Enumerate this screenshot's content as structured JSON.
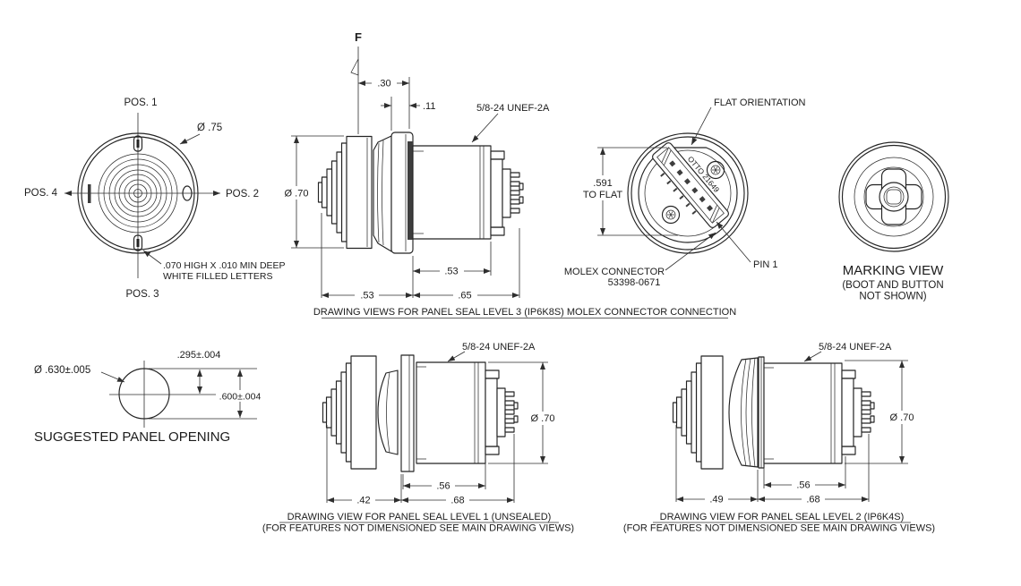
{
  "drawing": {
    "front_view": {
      "pos1": "POS. 1",
      "pos2": "POS. 2",
      "pos3": "POS. 3",
      "pos4": "POS. 4",
      "dia": "Ø .75",
      "note1": ".070 HIGH X .010 MIN DEEP",
      "note2": "WHITE FILLED LETTERS"
    },
    "main_view": {
      "f_flag": "F",
      "dim_30": ".30",
      "dim_11": ".11",
      "thread": "5/8-24 UNEF-2A",
      "dia": "Ø .70",
      "dim_53_body": ".53",
      "dim_53_front": ".53",
      "dim_65": ".65",
      "caption": "DRAWING VIEWS FOR PANEL SEAL LEVEL 3 (IP6K8S) MOLEX CONNECTOR CONNECTION"
    },
    "rear_view": {
      "flat_label": "FLAT ORIENTATION",
      "dim_591": ".591",
      "to_flat": "TO FLAT",
      "molex1": "MOLEX CONNECTOR",
      "molex2": "53398-0671",
      "pin1": "PIN 1",
      "connector_marking": "OTTO 21649"
    },
    "marking_view": {
      "title": "MARKING VIEW",
      "sub1": "(BOOT AND BUTTON",
      "sub2": "NOT SHOWN)"
    },
    "panel_opening": {
      "dia": "Ø .630±.005",
      "dim_295": ".295±.004",
      "dim_600": ".600±.004",
      "title": "SUGGESTED PANEL OPENING"
    },
    "level1_view": {
      "thread": "5/8-24 UNEF-2A",
      "dia": "Ø .70",
      "dim_56": ".56",
      "dim_42": ".42",
      "dim_68": ".68",
      "caption1": "DRAWING VIEW FOR PANEL SEAL LEVEL 1 (UNSEALED)",
      "caption2": "(FOR FEATURES NOT DIMENSIONED SEE MAIN DRAWING VIEWS)"
    },
    "level2_view": {
      "thread": "5/8-24 UNEF-2A",
      "dia": "Ø .70",
      "dim_56": ".56",
      "dim_49": ".49",
      "dim_68": ".68",
      "caption1": "DRAWING VIEW FOR PANEL SEAL LEVEL 2 (IP6K4S)",
      "caption2": "(FOR FEATURES NOT DIMENSIONED SEE MAIN DRAWING VIEWS)"
    },
    "colors": {
      "line": "#232323",
      "background": "#ffffff"
    }
  }
}
